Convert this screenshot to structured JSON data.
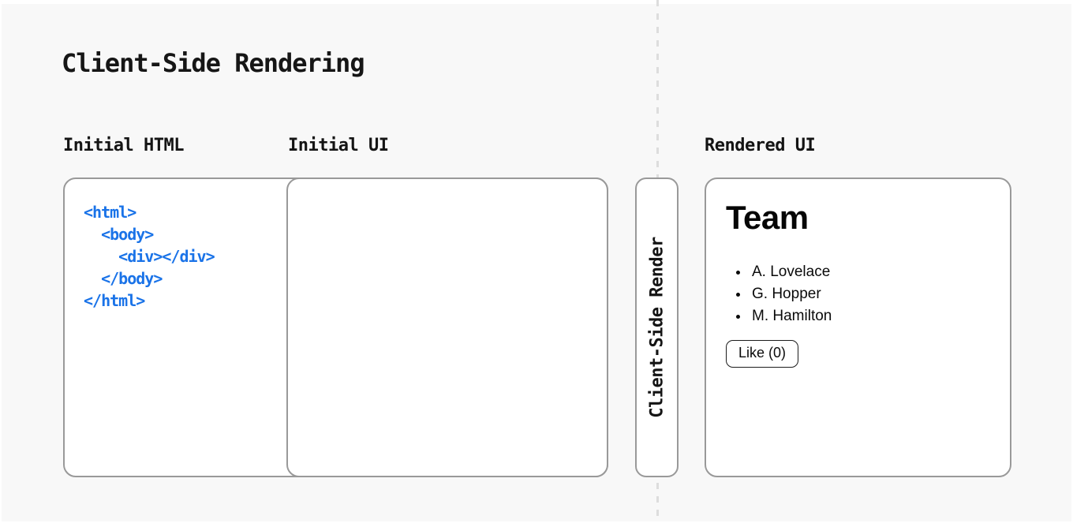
{
  "title": "Client-Side Rendering",
  "sections": {
    "initial_html_label": "Initial HTML",
    "initial_ui_label": "Initial UI",
    "rendered_ui_label": "Rendered UI"
  },
  "code_panel": {
    "code_text": "<html>\n  <body>\n    <div></div>\n  </body>\n</html>"
  },
  "transform_pill": {
    "label": "Client-Side Render"
  },
  "rendered_panel": {
    "heading": "Team",
    "members": [
      "A. Lovelace",
      "G. Hopper",
      "M. Hamilton"
    ],
    "like_button_label": "Like (0)",
    "like_count": 0
  },
  "colors": {
    "page_background": "#f8f8f8",
    "panel_border": "#999999",
    "code_text": "#1a73e8",
    "divider_dash": "#dddddd"
  }
}
